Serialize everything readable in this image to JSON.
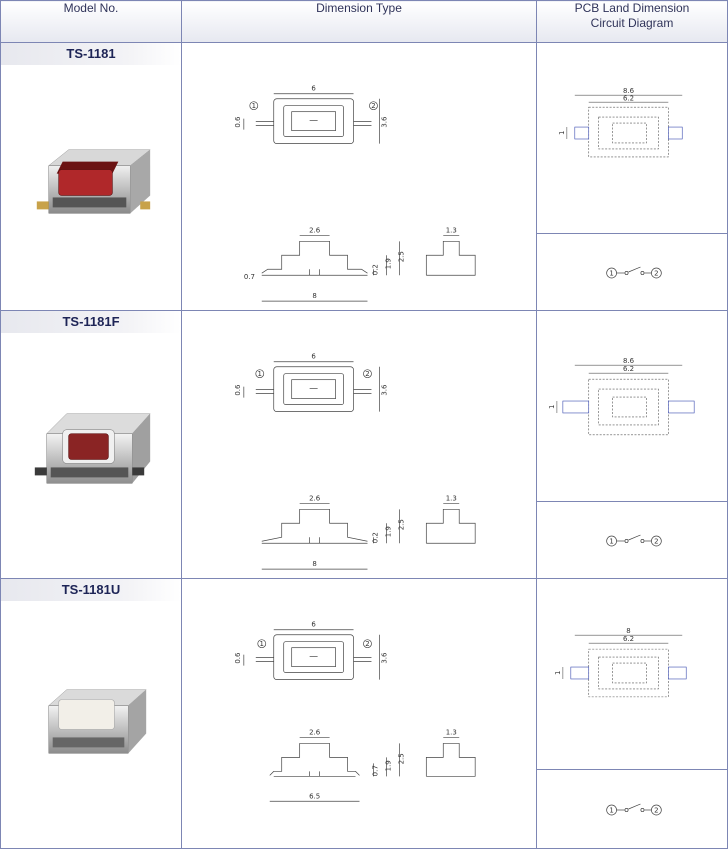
{
  "header": {
    "model_col": "Model No.",
    "dimension_col": "Dimension Type",
    "pcb_col_line1": "PCB Land Dimension",
    "pcb_col_line2": "Circuit Diagram"
  },
  "rows": [
    {
      "model": "TS-1181",
      "top_width": "6",
      "pin_width": "0.6",
      "body_height": "3.6",
      "pin_left": "1",
      "pin_right": "2",
      "cap_width": "2.6",
      "stroke": "0.2",
      "mid_height": "1.9",
      "total_height": "2.5",
      "foot": "0.7",
      "overall_width": "8",
      "side_width": "1.3",
      "land_outer": "8.6",
      "land_inner": "6.2",
      "land_pad": "1",
      "circuit_left": "1",
      "circuit_right": "2",
      "cap_color": "#b0282a"
    },
    {
      "model": "TS-1181F",
      "top_width": "6",
      "pin_width": "0.6",
      "body_height": "3.6",
      "pin_left": "1",
      "pin_right": "2",
      "cap_width": "2.6",
      "stroke": "0.2",
      "mid_height": "1.9",
      "total_height": "2.5",
      "overall_width": "8",
      "side_width": "1.3",
      "land_outer": "8.6",
      "land_inner": "6.2",
      "land_pad": "1",
      "circuit_left": "1",
      "circuit_right": "2",
      "cap_color": "#8a2424"
    },
    {
      "model": "TS-1181U",
      "top_width": "6",
      "pin_width": "0.6",
      "body_height": "3.6",
      "pin_left": "1",
      "pin_right": "2",
      "cap_width": "2.6",
      "stroke": "0.7",
      "mid_height": "1.9",
      "total_height": "2.5",
      "overall_width": "6.5",
      "side_width": "1.3",
      "land_outer": "8",
      "land_inner": "6.2",
      "land_pad": "1",
      "circuit_left": "1",
      "circuit_right": "2",
      "cap_color": "#f2efe8"
    }
  ],
  "colors": {
    "border": "#7d86b4",
    "header_text": "#30345a",
    "model_text": "#1d2456"
  }
}
